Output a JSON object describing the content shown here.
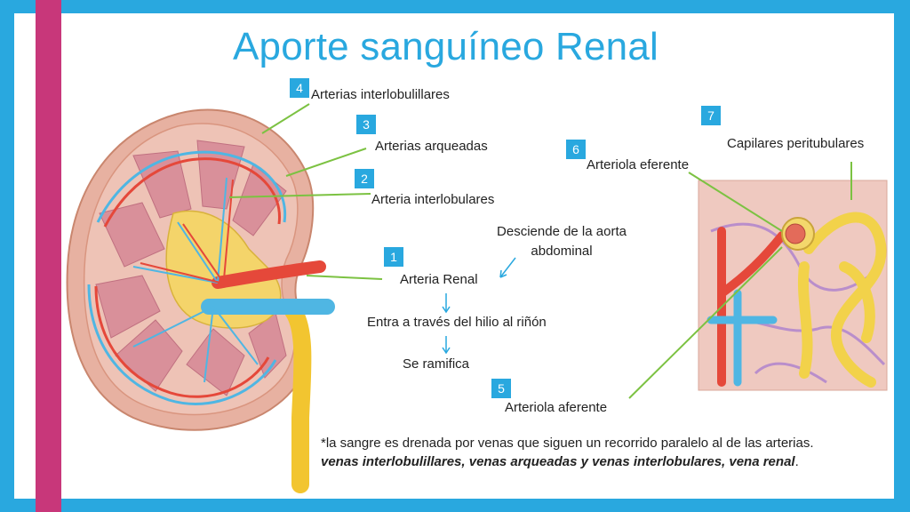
{
  "title": "Aporte sanguíneo Renal",
  "colors": {
    "frame": "#29a8df",
    "accent_bar": "#c8377a",
    "badge": "#29a8df",
    "leader_line": "#7cc242",
    "flow_arrow": "#29a8df",
    "artery": "#e5483a",
    "vein": "#4fb6e3",
    "ureter": "#f2c530"
  },
  "labels": [
    {
      "number": "4",
      "text": "Arterias interlobulillares"
    },
    {
      "number": "3",
      "text": "Arterias arqueadas"
    },
    {
      "number": "2",
      "text": "Arteria interlobulares"
    },
    {
      "number": "1",
      "text": "Arteria Renal"
    },
    {
      "number": "5",
      "text": "Arteriola aferente"
    },
    {
      "number": "6",
      "text": "Arteriola eferente"
    },
    {
      "number": "7",
      "text": "Capilares peritubulares"
    }
  ],
  "flow": {
    "descends": "Desciende de la aorta abdominal",
    "enters": "Entra a través del hilio al riñón",
    "branches": "Se ramifica"
  },
  "note": {
    "prefix": "*la sangre es drenada por venas que siguen un recorrido paralelo al de las arterias. ",
    "emphasis": "venas interlobulillares, venas arqueadas y venas interlobulares, vena renal",
    "suffix": "."
  }
}
